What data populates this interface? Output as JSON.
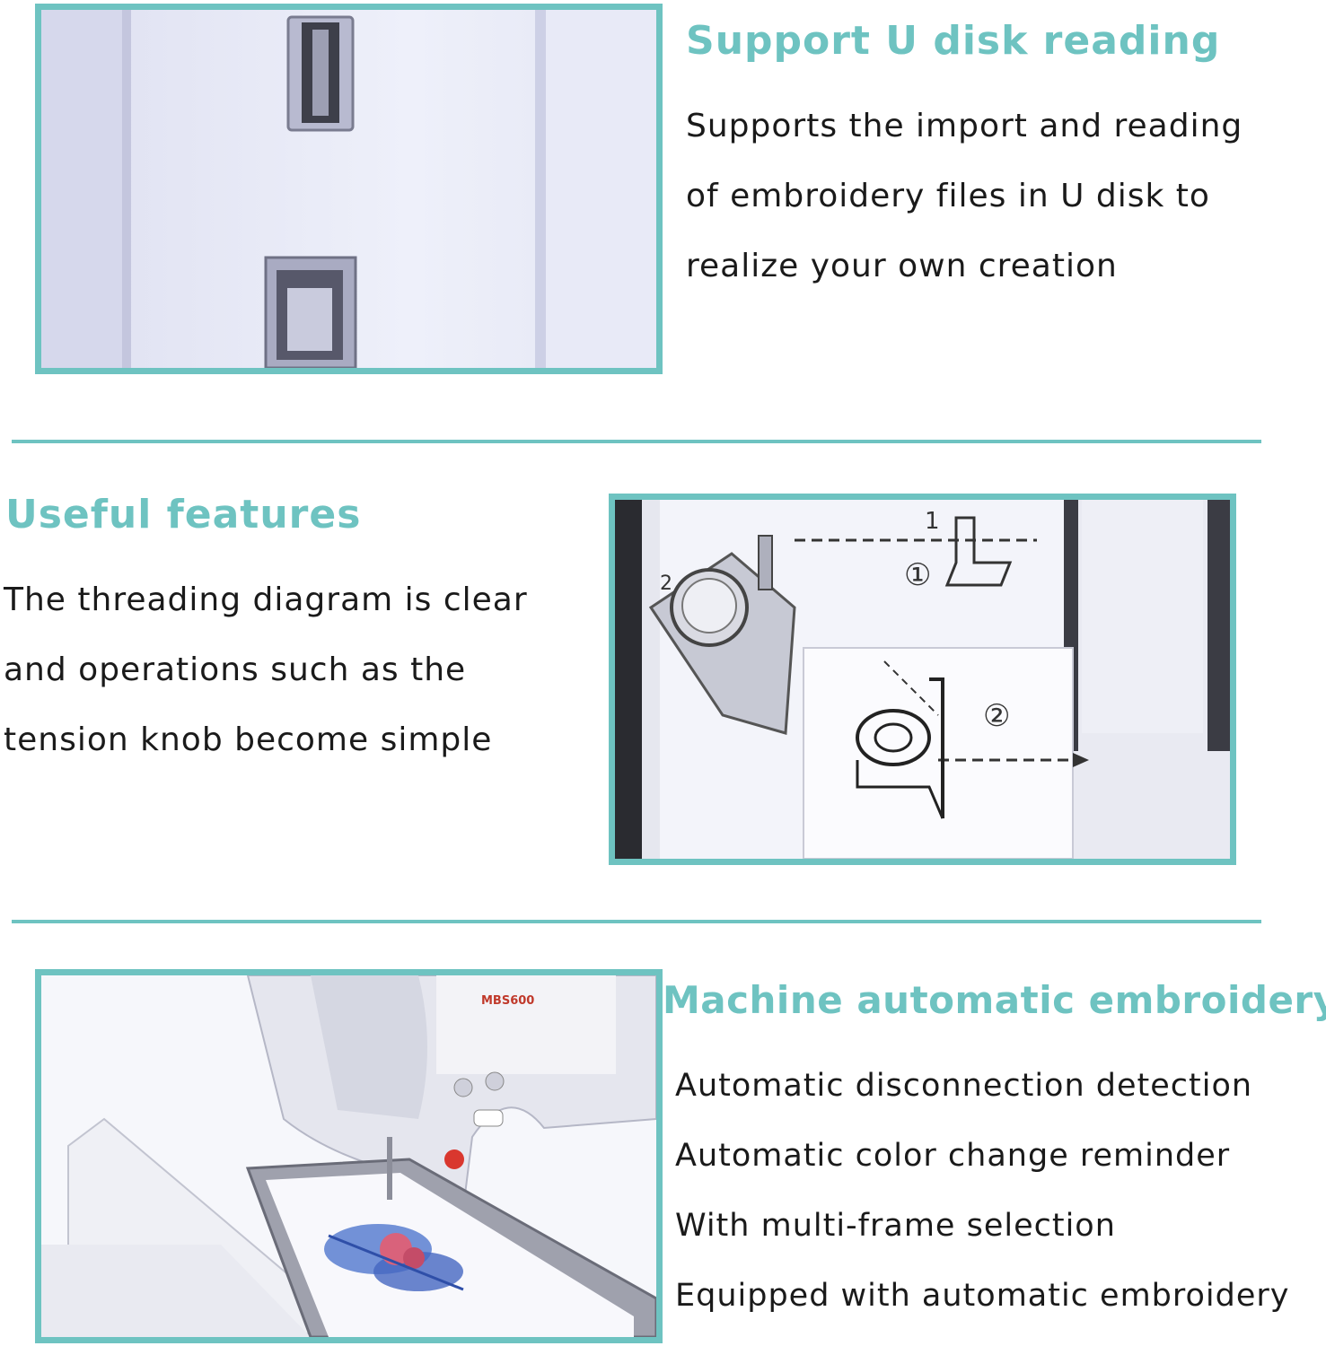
{
  "sections": [
    {
      "heading": "Support U disk reading",
      "lines": [
        "Supports the import and reading",
        "of embroidery files in U disk to",
        "realize your own creation"
      ]
    },
    {
      "heading": "Useful features",
      "lines": [
        "The threading diagram is clear",
        "and operations such as the",
        "tension knob become simple"
      ],
      "diagram_labels": [
        "1",
        "①",
        "②",
        "2"
      ]
    },
    {
      "heading": "Machine automatic embroidery",
      "lines": [
        "Automatic disconnection detection",
        "Automatic color change reminder",
        "With multi-frame selection",
        "Equipped with automatic embroidery"
      ],
      "machine_label": "MBS600"
    }
  ],
  "colors": {
    "accent": "#6ec3c1",
    "text": "#1a1a1a",
    "background": "#ffffff"
  }
}
